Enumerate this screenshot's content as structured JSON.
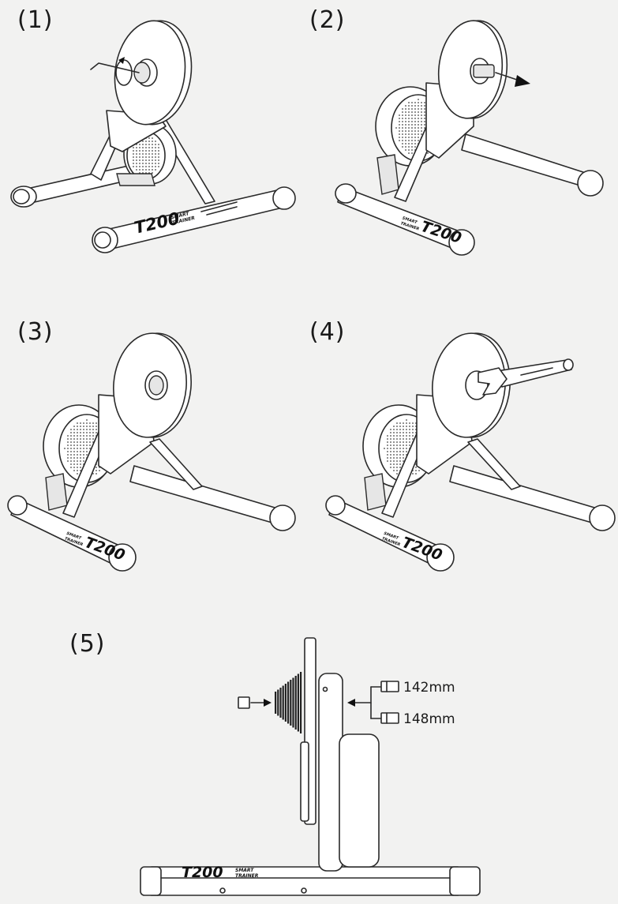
{
  "steps": [
    {
      "label": "(1)"
    },
    {
      "label": "(2)"
    },
    {
      "label": "(3)"
    },
    {
      "label": "(4)"
    },
    {
      "label": "(5)"
    }
  ],
  "brand": {
    "model": "T200",
    "line1": "SMART",
    "line2": "TRAINER"
  },
  "spacers": {
    "option_a": "142mm",
    "option_b": "148mm"
  }
}
